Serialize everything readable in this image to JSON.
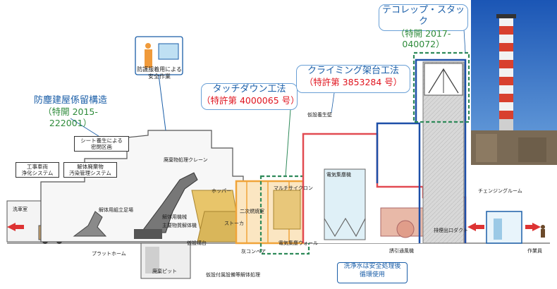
{
  "callouts": {
    "bousen": {
      "title": "防塵建屋係留構造",
      "patent": "（特開 2015-222001）"
    },
    "touchdown": {
      "title": "タッチダウン工法",
      "patent": "（特許第 4000065 号）"
    },
    "climbing": {
      "title": "クライミング架台工法",
      "patent": "（特許第 3853284 号）"
    },
    "tecolep": {
      "title": "テコレップ・スタック",
      "patent": "（特開 2017-040072）"
    },
    "hogofuku": {
      "title": "防護服着用による\n安全作業"
    },
    "senjousui": {
      "title": "洗浄水は安全処理後\n循環使用"
    }
  },
  "boxes": {
    "sheet": "シート養生による\n密閉区画",
    "car_wash": "工事車両\n浄化システム",
    "debris": "解体廃棄物\n汚染管理システム"
  },
  "labels": {
    "wash_room": "洗車室",
    "demolition": "解体用組立足場",
    "crane": "廃棄物処理クレーン",
    "hopper": "ホッパー",
    "cyclone": "マルチサイクロン",
    "stoker": "ストーカ",
    "secondary": "二次燃焼室",
    "conveyor": "灰コンベア",
    "temp_wall": "仮設養生壁",
    "dust_collector": "電気集塵機",
    "changing": "チェンジングルーム",
    "platform": "プラットホーム",
    "pit": "廃棄ピット",
    "duct": "誘引通風機",
    "worker": "作業員",
    "incinerator": "仮設付属設備等解体処理",
    "dismantle": "解体用機械",
    "crusher": "主要物質解体機",
    "temp_cover": "仮設構台",
    "outlet": "電気集塵ウォール",
    "blower": "排煙出口ダクト"
  },
  "colors": {
    "accent": "#1a5ea8",
    "patent_green": "#2e8b3a",
    "patent_red": "#e0141e",
    "enclosure_red": "#e24b52",
    "enclosure_blue": "#1d4fa8",
    "dashed_green": "#2f8a5a"
  }
}
